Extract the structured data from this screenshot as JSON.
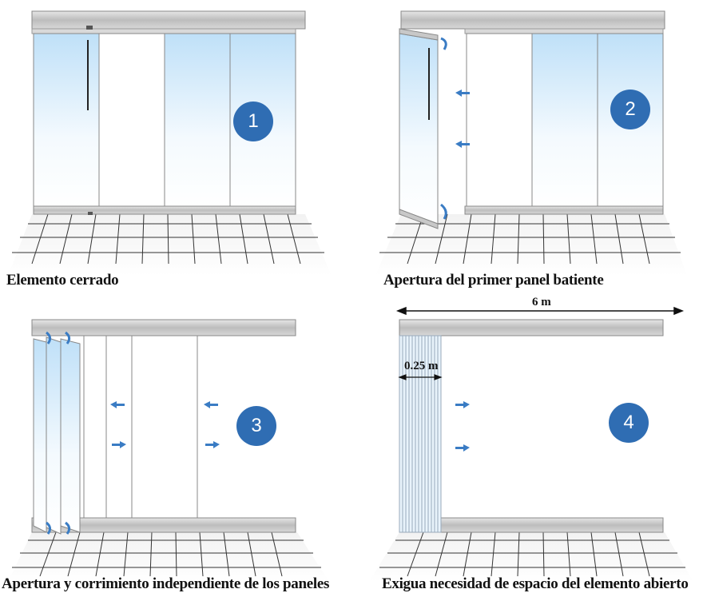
{
  "panels": [
    {
      "step": "1",
      "caption": "Elemento cerrado"
    },
    {
      "step": "2",
      "caption": "Apertura del primer panel batiente"
    },
    {
      "step": "3",
      "caption": "Apertura y corrimiento independiente de los paneles"
    },
    {
      "step": "4",
      "caption": "Exigua necesidad de espacio del elemento abierto"
    }
  ],
  "dimensions": {
    "total_width": "6 m",
    "panel_width": "0.25 m"
  },
  "colors": {
    "badge": "#2f6db3",
    "arrow": "#3a7cc4",
    "glass": "#cfe6f8",
    "rail": "#c8c8c8"
  }
}
